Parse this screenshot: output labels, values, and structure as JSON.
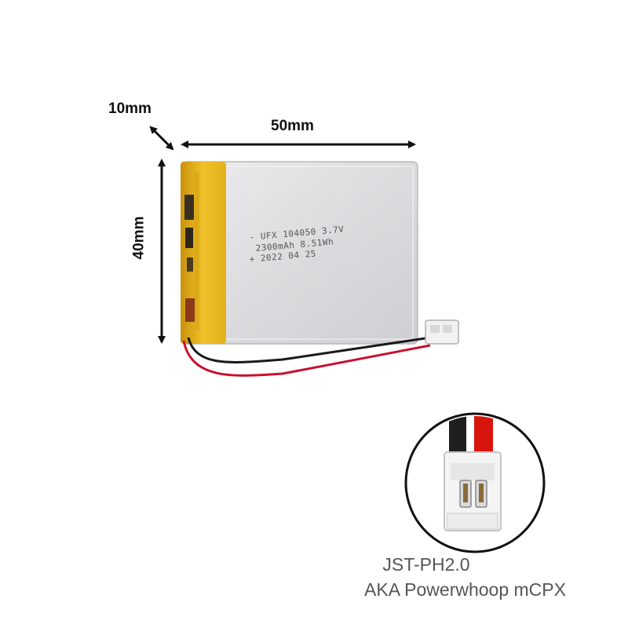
{
  "dimensions": {
    "width": "50mm",
    "height": "40mm",
    "depth": "10mm"
  },
  "battery_print": {
    "line1": "- UFX 104050 3.7V",
    "line2": "2300mAh 8.51Wh",
    "line3": "+ 2022 04 25"
  },
  "connector_caption": {
    "line1": "JST-PH2.0",
    "line2": "AKA Powerwhoop mCPX"
  },
  "colors": {
    "battery_body": "#d9d9dc",
    "kapton_tape": "#e0b21a",
    "wire_red": "#c8102e",
    "wire_black": "#1a1a1a",
    "connector": "#f2f2f2"
  }
}
